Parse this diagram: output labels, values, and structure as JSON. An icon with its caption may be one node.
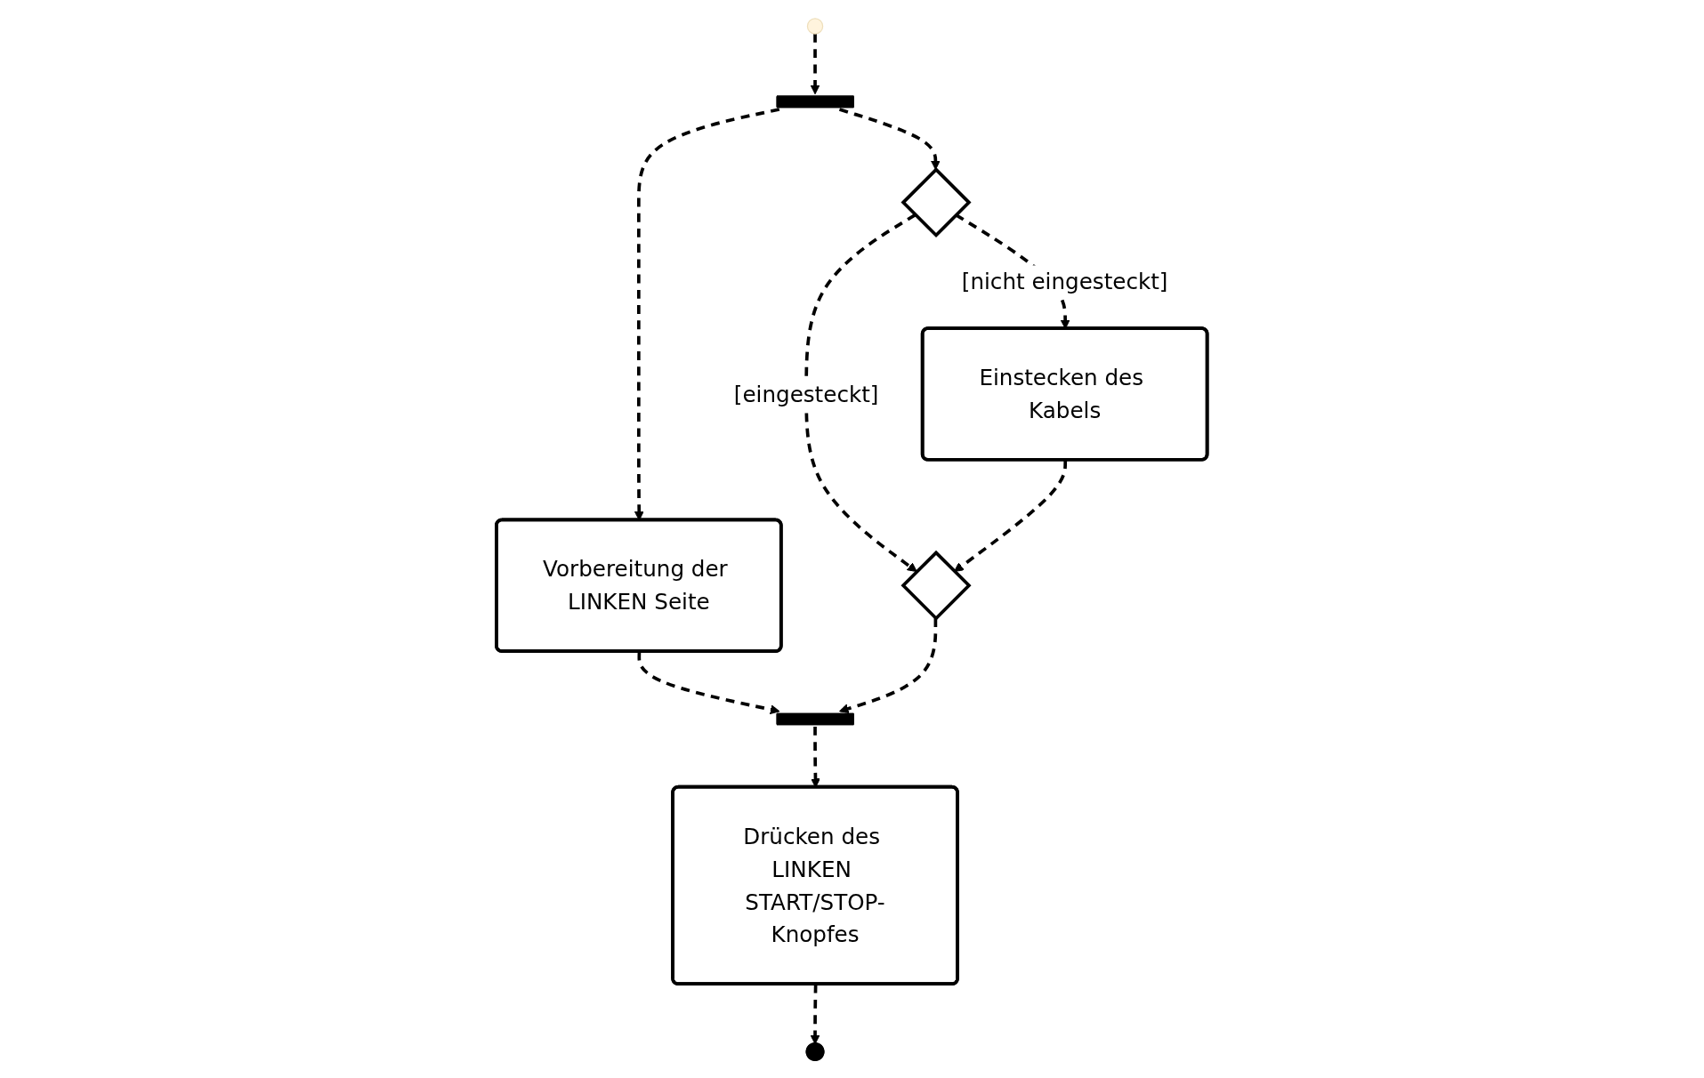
{
  "diagram": {
    "nodes": [
      {
        "text": [],
        "shape": "circle"
      },
      {
        "text": [],
        "shape": "bar"
      },
      {
        "text": [
          "Vorbereitung der LINKEN Seite"
        ]
      },
      {
        "text": [],
        "shape": "diamond"
      },
      {
        "text": [
          "Einstecken des Kabels"
        ]
      },
      {
        "text": [],
        "shape": "diamond"
      },
      {
        "text": [],
        "shape": "bar"
      },
      {
        "text": [
          "Drücken des LINKEN START/STOP-Knopfes"
        ]
      },
      {
        "text": [],
        "shape": "circle"
      }
    ],
    "edges": [
      {
        "from": 0,
        "to": 1,
        "arrow": "to",
        "style": "dashed"
      },
      {
        "from": 1,
        "to": 2,
        "arrow": "to",
        "style": "dashed"
      },
      {
        "from": 1,
        "to": 3,
        "arrow": "to",
        "style": "dashed"
      },
      {
        "from": 3,
        "to": 4,
        "arrow": "to",
        "style": "dashed",
        "label": "[nicht eingesteckt]"
      },
      {
        "from": 3,
        "to": 5,
        "arrow": "to",
        "style": "dashed",
        "label": "[eingesteckt]"
      },
      {
        "from": 4,
        "to": 5,
        "arrow": "to",
        "style": "dashed"
      },
      {
        "from": 2,
        "to": 6,
        "arrow": "to",
        "style": "dashed"
      },
      {
        "from": 5,
        "to": 6,
        "arrow": "to",
        "style": "dashed"
      },
      {
        "from": 6,
        "to": 7,
        "arrow": "to",
        "style": "dashed"
      },
      {
        "from": 7,
        "to": 8,
        "arrow": "to",
        "style": "dashed"
      }
    ]
  }
}
